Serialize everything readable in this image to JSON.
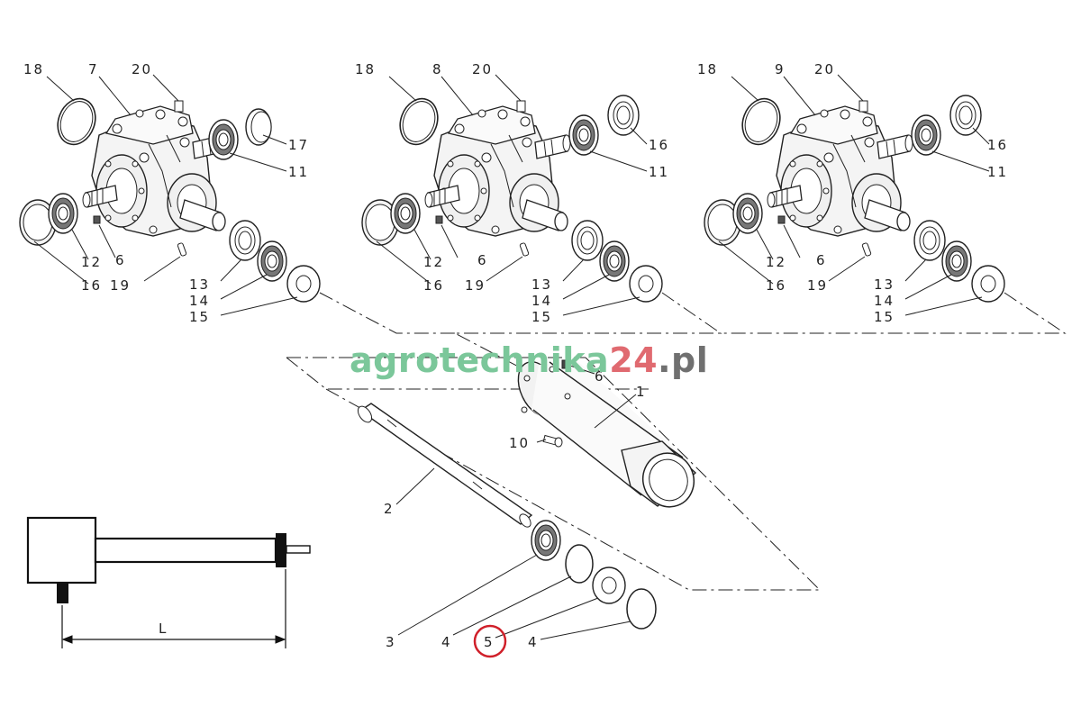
{
  "watermark": {
    "green": "agrotechnika",
    "red": "24",
    "grey": ".pl"
  },
  "colors": {
    "line": "#222222",
    "watermark_green": "#7bc79a",
    "watermark_red": "#e06a70",
    "highlight": "#d0202a"
  },
  "gearboxes": [
    {
      "gearbox": "7",
      "seal_ring": "18",
      "breather": "20",
      "right_cap": "17",
      "right_bearing": "11",
      "left_bearing": "12",
      "left_seal": "16",
      "plug": "6",
      "key": "19",
      "shaft_parts": [
        "13",
        "14",
        "15"
      ]
    },
    {
      "gearbox": "8",
      "seal_ring": "18",
      "breather": "20",
      "right_cap": "16",
      "right_bearing": "11",
      "left_bearing": "12",
      "left_seal": "16",
      "plug": "6",
      "key": "19",
      "shaft_parts": [
        "13",
        "14",
        "15"
      ]
    },
    {
      "gearbox": "9",
      "seal_ring": "18",
      "breather": "20",
      "right_cap": "16",
      "right_bearing": "11",
      "left_bearing": "12",
      "left_seal": "16",
      "plug": "6",
      "key": "19",
      "shaft_parts": [
        "13",
        "14",
        "15"
      ]
    }
  ],
  "tube": {
    "tube": "1",
    "plug": "6",
    "bolt": "10"
  },
  "shaft": {
    "shaft": "2",
    "bearing": "3",
    "circlip_left": "4",
    "washer": "5",
    "circlip_right": "4"
  },
  "schematic": {
    "dimension": "L"
  }
}
